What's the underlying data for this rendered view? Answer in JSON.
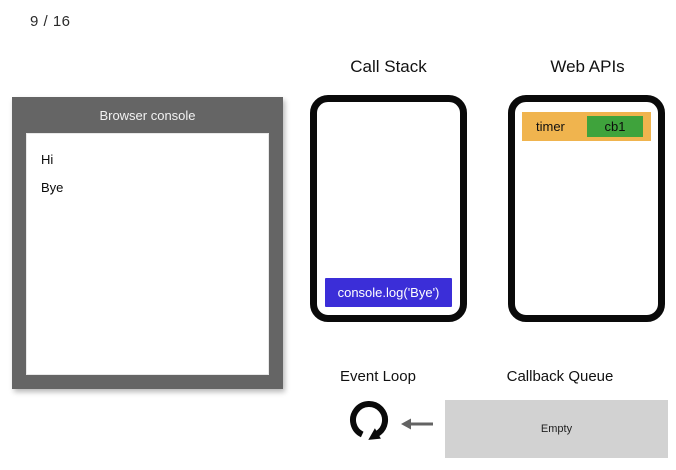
{
  "slide": {
    "counter": "9 / 16"
  },
  "browser_console": {
    "title": "Browser console",
    "lines": [
      "Hi",
      "Bye"
    ]
  },
  "call_stack": {
    "title": "Call Stack",
    "frames": [
      "console.log('Bye')"
    ]
  },
  "web_apis": {
    "title": "Web APIs",
    "tasks": [
      {
        "type": "timer",
        "callback": "cb1"
      }
    ]
  },
  "event_loop": {
    "title": "Event Loop",
    "icon": "event-loop-circular-arrow-icon",
    "arrow": "left-arrow-icon"
  },
  "callback_queue": {
    "title": "Callback Queue",
    "status": "Empty"
  },
  "colors": {
    "panel-gray": "#656565",
    "frame-blue": "#3b2ed8",
    "task-orange": "#f0b44e",
    "callback-green": "#3fa33c",
    "queue-gray": "#d2d2d2"
  }
}
